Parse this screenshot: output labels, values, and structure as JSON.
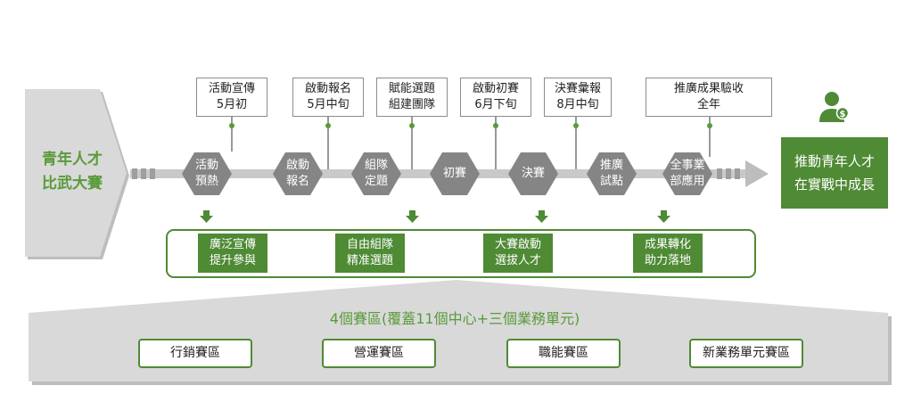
{
  "left_chevron": {
    "line1": "青年人才",
    "line2": "比武大賽"
  },
  "milestones": [
    {
      "line1": "活動宣傳",
      "line2": "5月初"
    },
    {
      "line1": "啟動報名",
      "line2": "5月中旬"
    },
    {
      "line1": "賦能選題",
      "line2": "組建團隊"
    },
    {
      "line1": "啟動初賽",
      "line2": "6月下旬"
    },
    {
      "line1": "決賽彙報",
      "line2": "8月中旬"
    },
    {
      "line1": "推廣成果驗收",
      "line2": "全年"
    }
  ],
  "stages": [
    {
      "line1": "活動",
      "line2": "預熱"
    },
    {
      "line1": "啟動",
      "line2": "報名"
    },
    {
      "line1": "組隊",
      "line2": "定題"
    },
    {
      "line1": "初賽",
      "line2": ""
    },
    {
      "line1": "決賽",
      "line2": ""
    },
    {
      "line1": "推廣",
      "line2": "試點"
    },
    {
      "line1": "全事業",
      "line2": "部應用"
    }
  ],
  "outcome": {
    "line1": "推動青年人才",
    "line2": "在實戰中成長",
    "icon": "person-money-icon"
  },
  "highlights": [
    {
      "line1": "廣泛宣傳",
      "line2": "提升參與"
    },
    {
      "line1": "自由組隊",
      "line2": "精准選題"
    },
    {
      "line1": "大賽啟動",
      "line2": "選拔人才"
    },
    {
      "line1": "成果轉化",
      "line2": "助力落地"
    }
  ],
  "base": {
    "title": "4個賽區(覆蓋11個中心+三個業務單元)",
    "zones": [
      "行銷賽區",
      "營運賽區",
      "職能賽區",
      "新業務單元賽區"
    ]
  },
  "colors": {
    "green": "#4f8a35",
    "green_text": "#5a9a3a",
    "hex_gray": "#858585",
    "track_gray": "#c9c9c9",
    "panel_gray": "#d9d9d9"
  }
}
